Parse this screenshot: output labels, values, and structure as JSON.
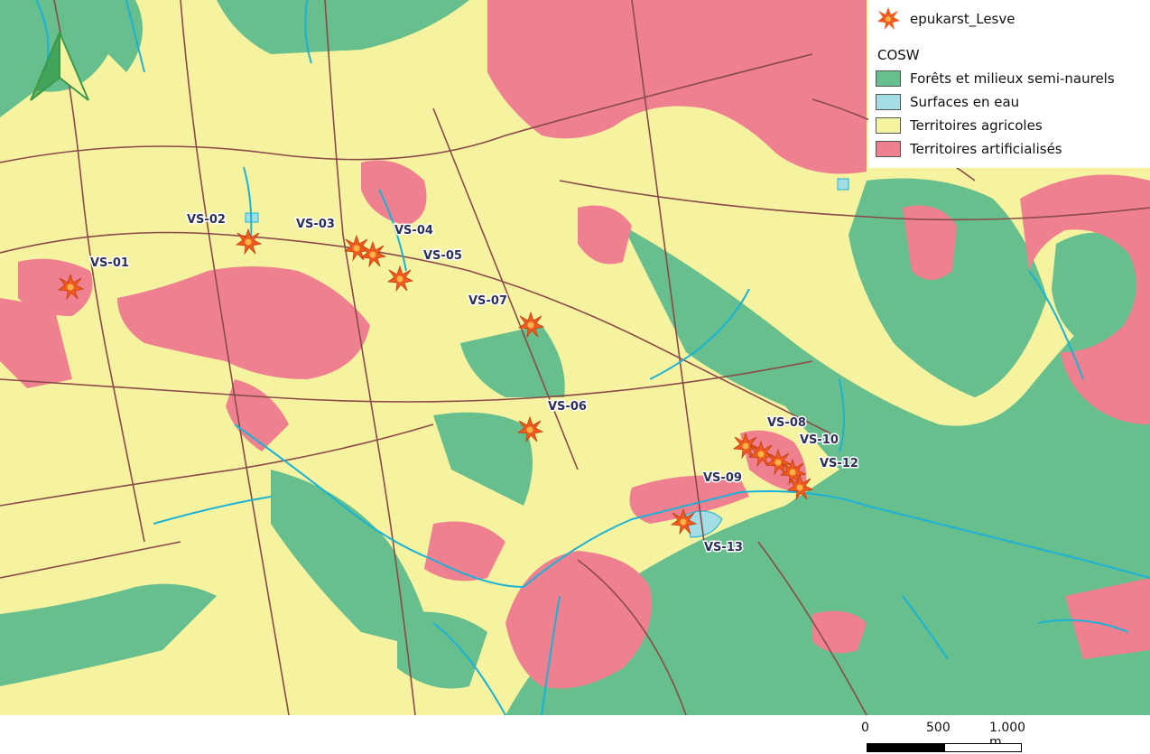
{
  "legend": {
    "point_layer": "epukarst_Lesve",
    "group_title": "COSW",
    "classes": [
      {
        "label": "Forêts et milieux semi-naurels",
        "color": "#66bf8c"
      },
      {
        "label": "Surfaces en eau",
        "color": "#a3dde6"
      },
      {
        "label": "Territoires agricoles",
        "color": "#f6f3a0"
      },
      {
        "label": "Territoires artificialisés",
        "color": "#ee8090"
      }
    ]
  },
  "sites": [
    "VS-01",
    "VS-02",
    "VS-03",
    "VS-04",
    "VS-05",
    "VS-06",
    "VS-07",
    "VS-08",
    "VS-09",
    "VS-10",
    "VS-12",
    "VS-13"
  ],
  "scale_bar": {
    "ticks": [
      "0",
      "500",
      "1.000 m"
    ]
  },
  "colors": {
    "road": "#8a4a4a",
    "stream": "#1ab2d6",
    "marker": "#f05a1e",
    "marker_core": "#ffb347",
    "north_arrow": "#3a9a4a"
  },
  "icons": {
    "north_arrow": "north-arrow-icon",
    "site_marker": "star-burst-icon"
  }
}
